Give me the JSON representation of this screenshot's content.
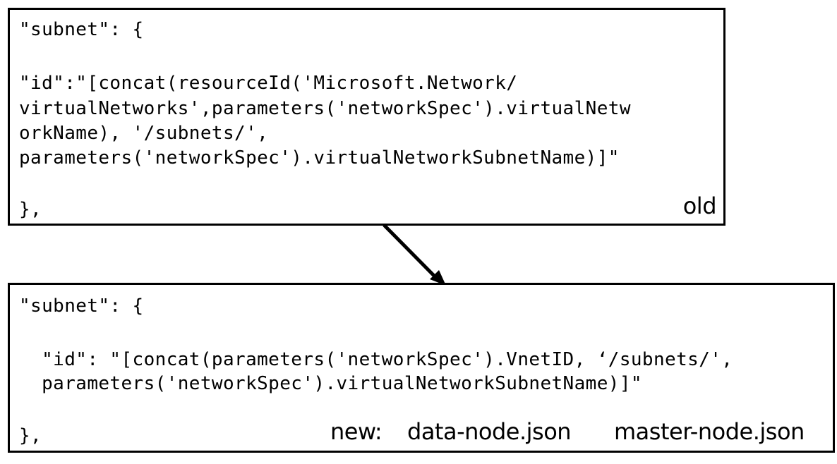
{
  "old_block": {
    "lines": [
      "\"subnet\": {",
      "\"id\":\"[concat(resourceId('Microsoft.Network/",
      "virtualNetworks',parameters('networkSpec').virtualNetw",
      "orkName), '/subnets/',",
      "parameters('networkSpec').virtualNetworkSubnetName)]\"",
      "},"
    ],
    "tag": "old"
  },
  "new_block": {
    "lines": [
      "\"subnet\": {",
      "  \"id\": \"[concat(parameters('networkSpec').VnetID, ‘/subnets/',",
      "  parameters('networkSpec').virtualNetworkSubnetName)]\"",
      "},"
    ],
    "tag_prefix": "new:",
    "files": [
      "data-node.json",
      "master-node.json"
    ]
  }
}
